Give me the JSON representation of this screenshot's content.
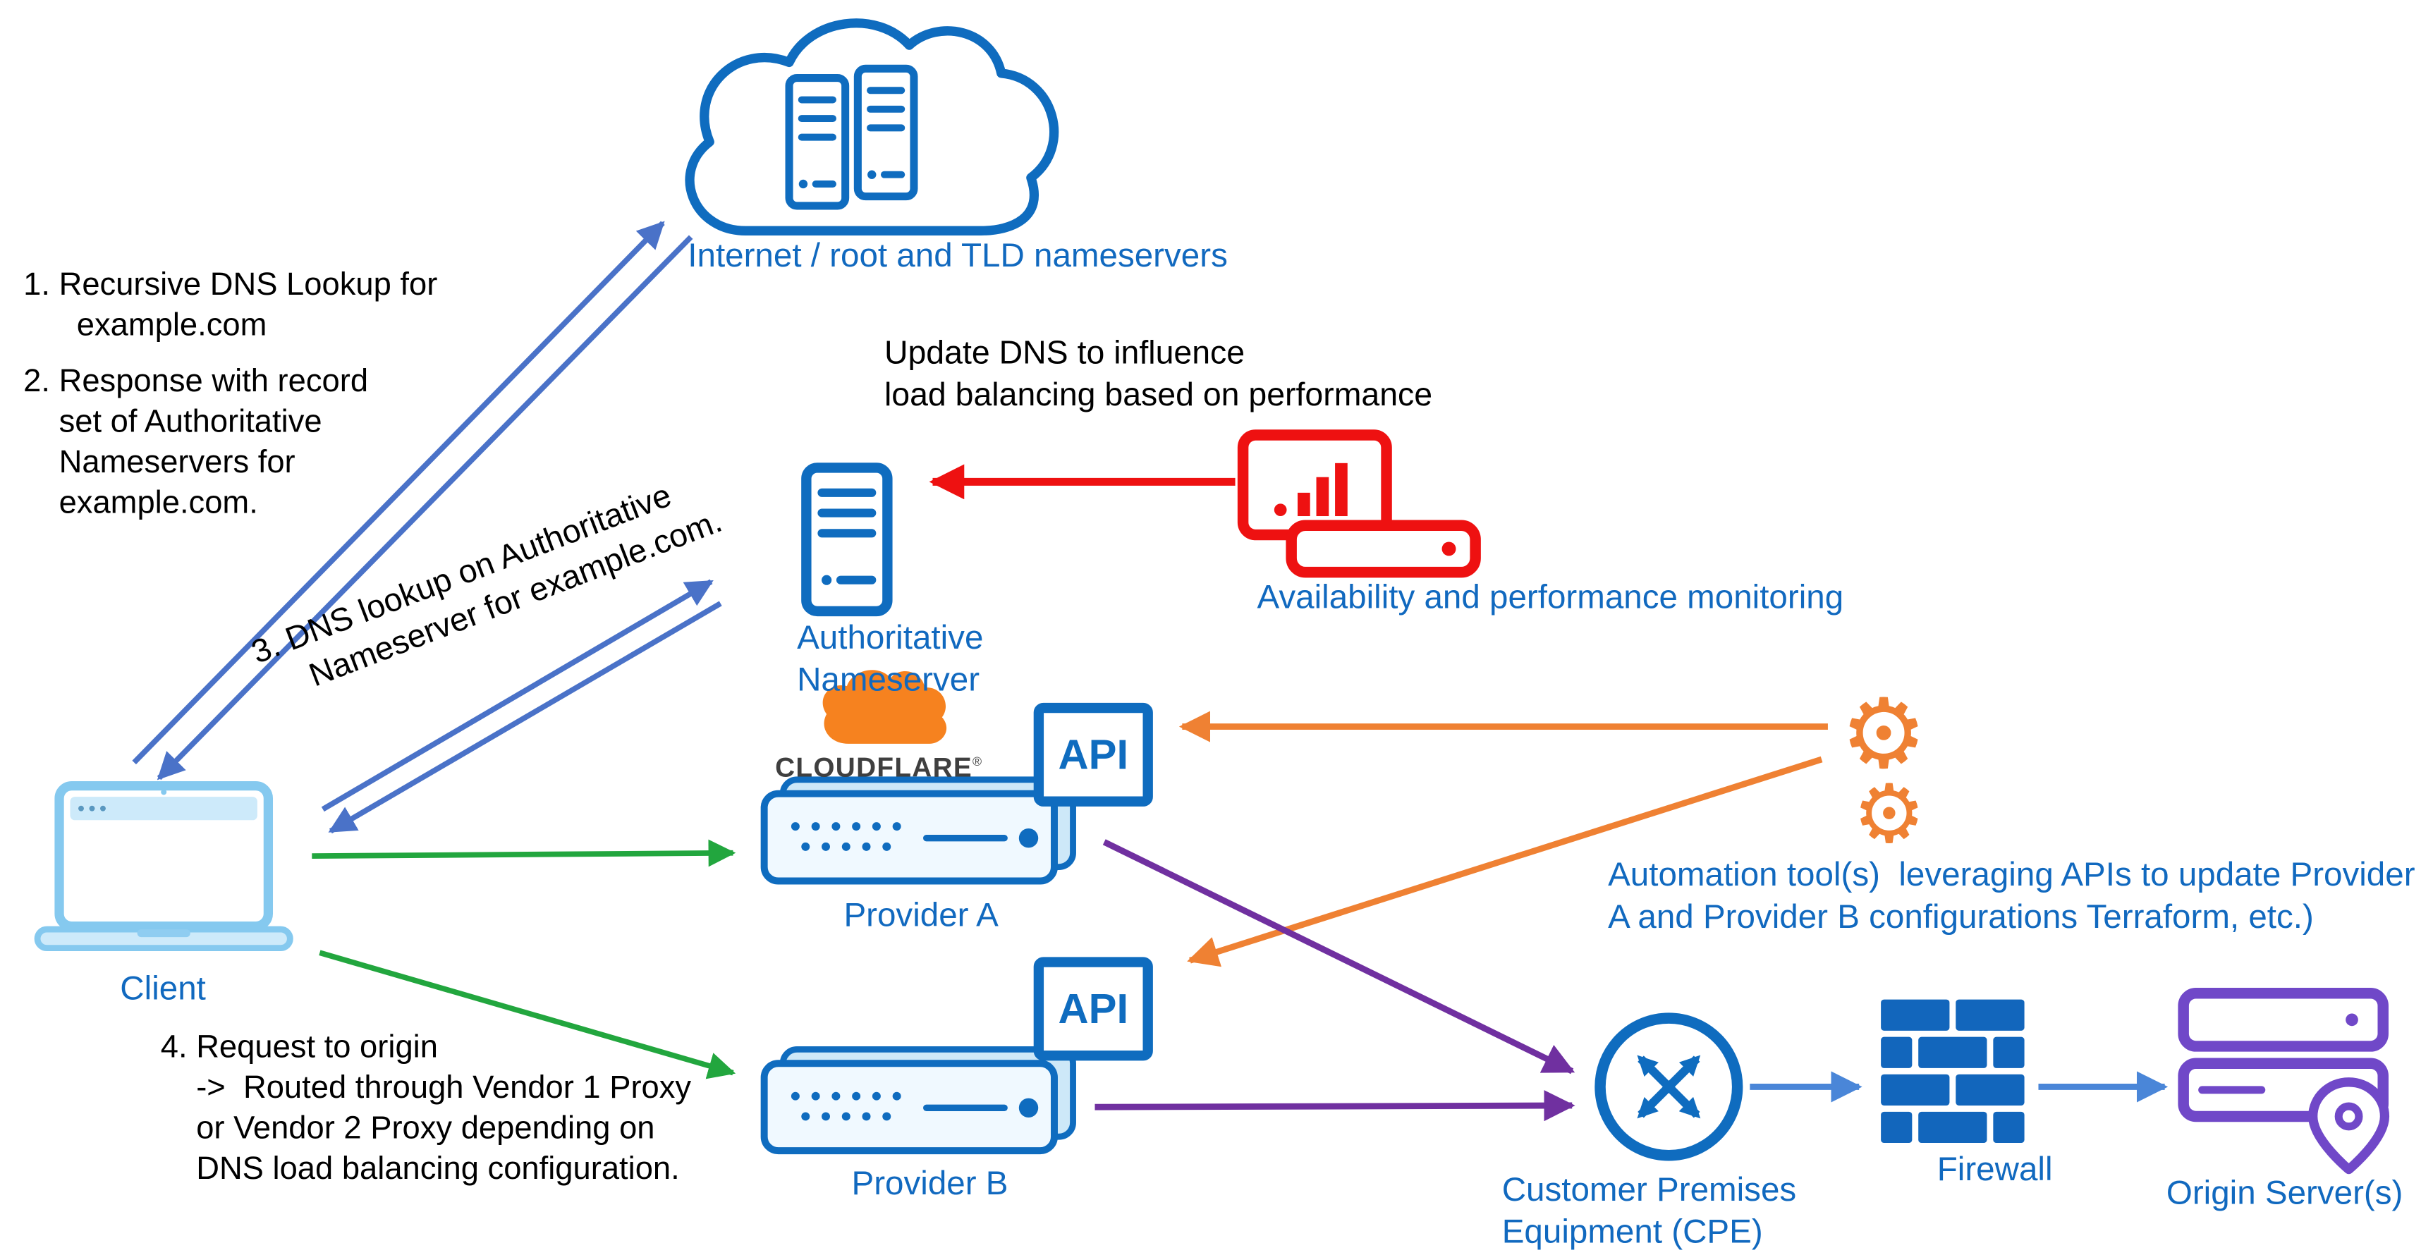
{
  "notes": {
    "step1": "1. Recursive DNS Lookup for\n      example.com",
    "step2": "2. Response with record\n    set of Authoritative\n    Nameservers for\n    example.com.",
    "step3": "3. DNS lookup on Authoritative\n     Nameserver for example.com.",
    "step4": "4. Request to origin\n    ->  Routed through Vendor 1 Proxy\n    or Vendor 2 Proxy depending on\n    DNS load balancing configuration.",
    "update_dns": "Update DNS to influence\nload balancing based on performance",
    "automation": "Automation tool(s)  leveraging APIs to update Provider\nA and Provider B configurations Terraform, etc.)"
  },
  "labels": {
    "internet": "Internet / root and TLD nameservers",
    "client": "Client",
    "authoritative_ns": "Authoritative\nNameserver",
    "monitoring": "Availability and performance monitoring",
    "provider_a": "Provider A",
    "provider_b": "Provider B",
    "cpe": "Customer Premises\nEquipment (CPE)",
    "firewall": "Firewall",
    "origin": "Origin Server(s)",
    "api": "API",
    "cloudflare": "CLOUDFLARE",
    "cloudflare_reg": "®"
  },
  "icons": {
    "gear": "⚙"
  },
  "colors": {
    "label_blue": "#1169bf",
    "icon_blue": "#0f6cbf",
    "arrow_steel_blue": "#4a72c8",
    "link_blue": "#4a86d8",
    "green": "#22a63e",
    "red": "#ee1111",
    "orange": "#ef8133",
    "purple": "#7030a0",
    "cloudflare_orange": "#f6821f",
    "laptop_light_blue": "#85c9ef",
    "origin_purple": "#7048c8"
  }
}
